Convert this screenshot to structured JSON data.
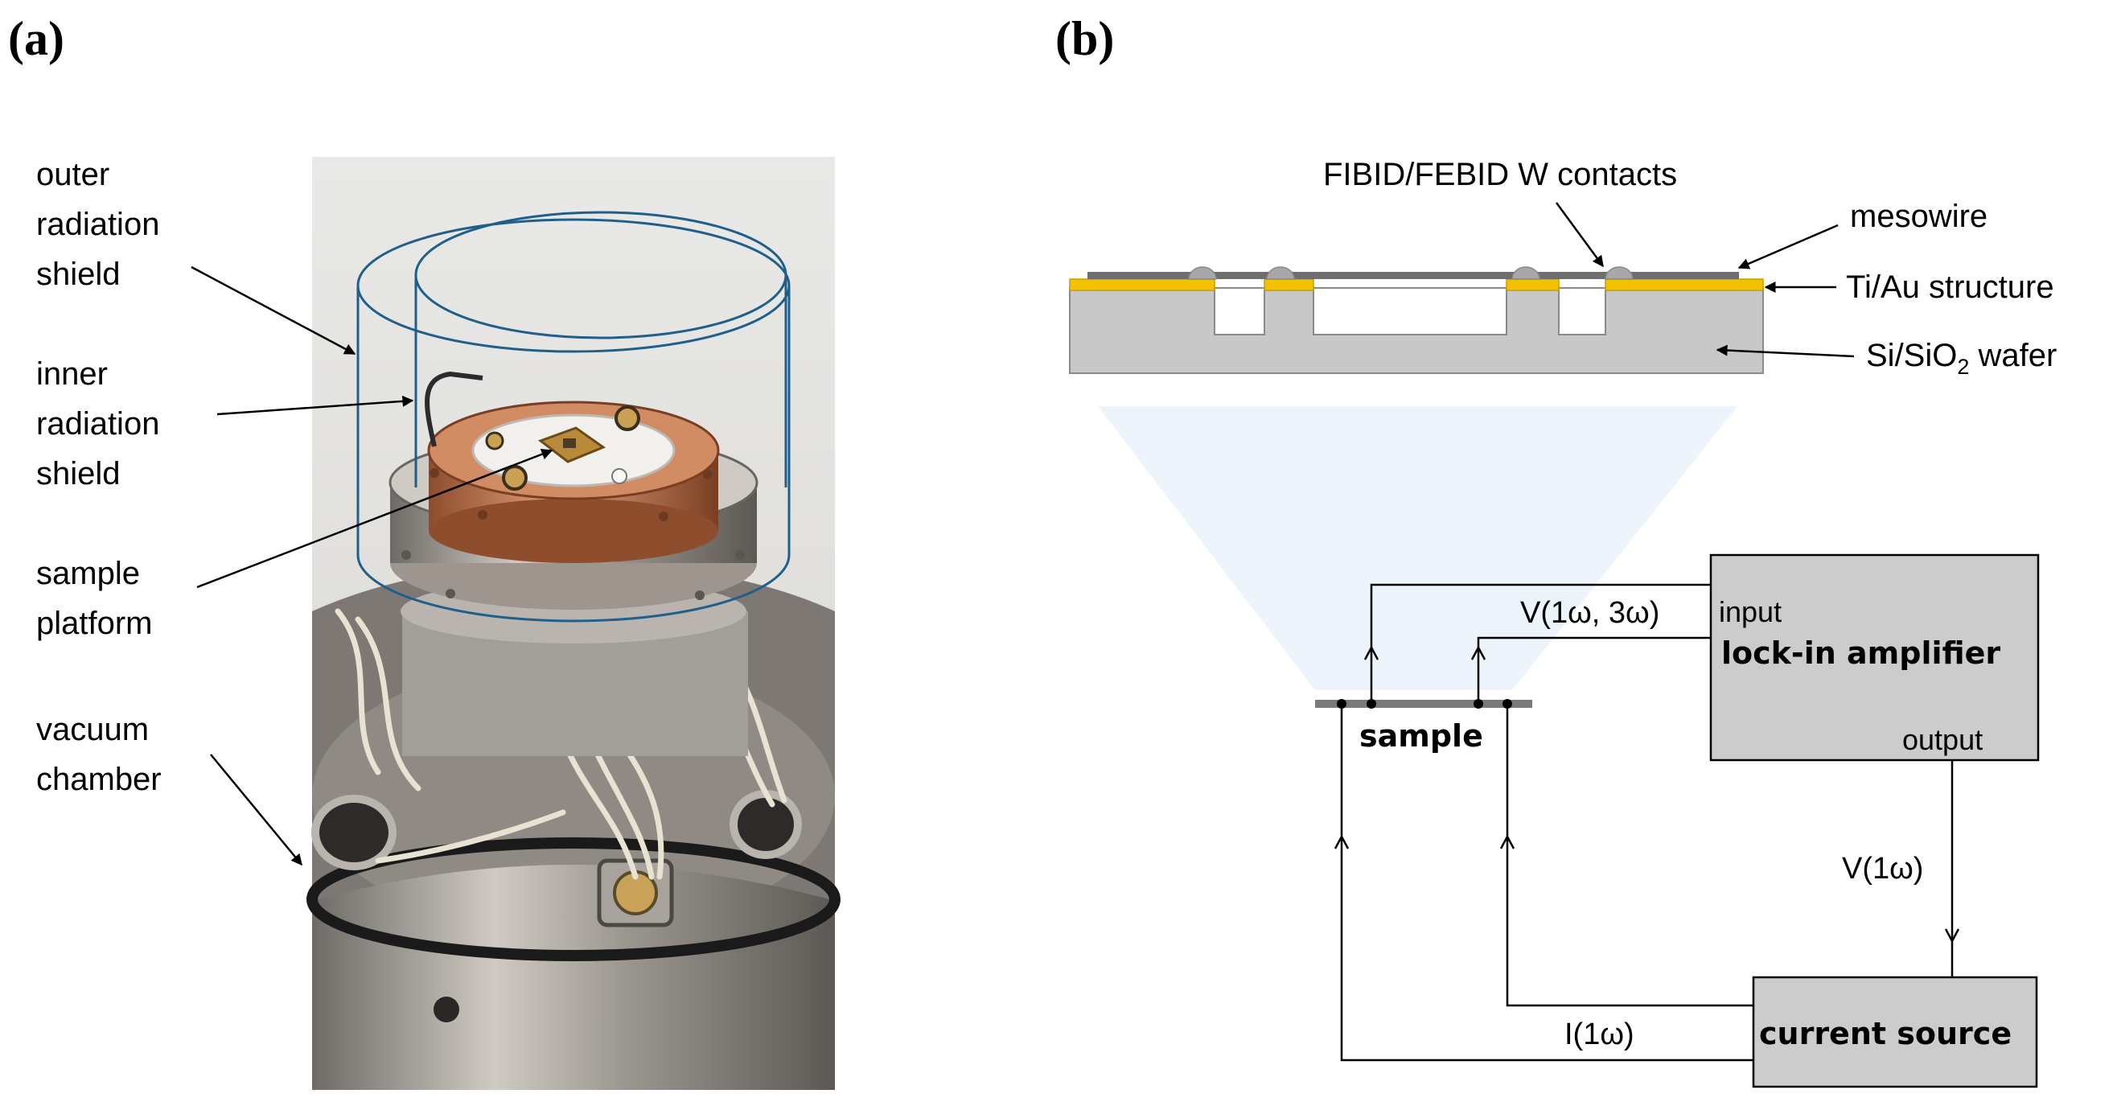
{
  "panel_a": {
    "label": "(a)",
    "labels": {
      "outer_shield": [
        "outer",
        "radiation",
        "shield"
      ],
      "inner_shield": [
        "inner",
        "radiation",
        "shield"
      ],
      "sample_platform": [
        "sample",
        "platform"
      ],
      "vacuum_chamber": [
        "vacuum",
        "chamber"
      ]
    }
  },
  "panel_b": {
    "label": "(b)",
    "cross_section": {
      "contacts": "FIBID/FEBID W contacts",
      "mesowire": "mesowire",
      "tiau": "Ti/Au structure",
      "wafer_prefix": "Si/SiO",
      "wafer_sub": "2",
      "wafer_suffix": " wafer"
    },
    "circuit": {
      "sample": "sample",
      "lockin_input": "input",
      "lockin_title": "lock-in amplifier",
      "lockin_output": "output",
      "current_source": "current source",
      "v_signal": "V(1ω, 3ω)",
      "v_ref": "V(1ω)",
      "i_signal": "I(1ω)"
    }
  },
  "colors": {
    "shield_outline": "#1f5f8b",
    "copper": "#c07a52",
    "gold": "#f2c200",
    "wafer": "#c8c8c8",
    "box_fill": "#cccccc",
    "cone": "#eef4fb"
  }
}
